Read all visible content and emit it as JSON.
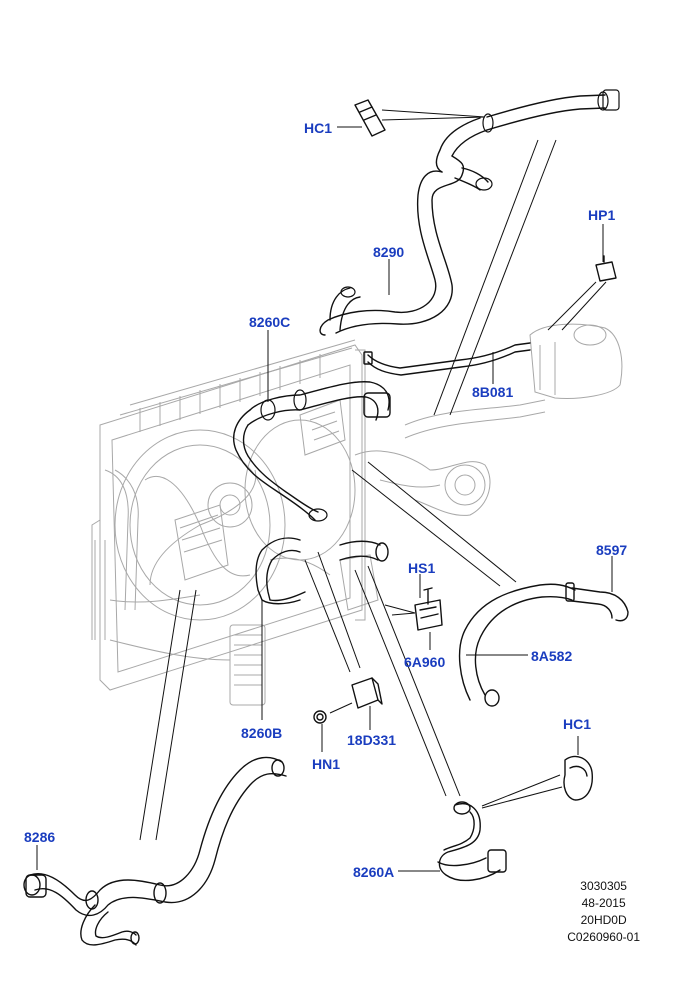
{
  "callouts": {
    "hc1_top": "HC1",
    "hp1": "HP1",
    "p8290": "8290",
    "p8260c": "8260C",
    "p8b081": "8B081",
    "p8597": "8597",
    "hs1": "HS1",
    "p8a582": "8A582",
    "p6a960": "6A960",
    "p8260b": "8260B",
    "p18d331": "18D331",
    "hn1": "HN1",
    "hc1_bottom": "HC1",
    "p8286": "8286",
    "p8260a": "8260A"
  },
  "reference": {
    "line1": "3030305",
    "line2": "48-2015",
    "line3": "20HD0D",
    "line4": "C0260960-01"
  },
  "colors": {
    "callout_text": "#1a3dbf",
    "outline": "#111111",
    "ghost": "#9a9a9a"
  }
}
